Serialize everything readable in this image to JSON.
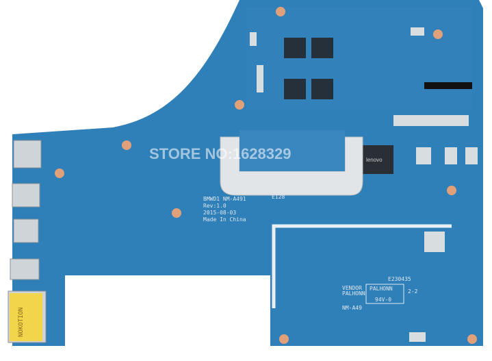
{
  "watermark": "STORE NO:1628329",
  "silkscreen": {
    "model": "BMWD1  NM-A491",
    "revision": "Rev:1.0",
    "date": "2015-08-03",
    "origin": "Made In China",
    "chip_brand": "lenovo",
    "board_code": "E128",
    "label_code": "E230435",
    "vendor": "VENDOR",
    "vendor_name": "PALHONN",
    "rating": "94V-0",
    "rev_mark": "2-2",
    "short_model": "NM-A49",
    "sticker": "NOKOTION"
  },
  "colors": {
    "pcb": "#2f7fb8",
    "pcb_dark": "#1f5f8f",
    "bracket": "#dfe3e6",
    "pad": "#e0a07a",
    "sticker": "#f2d54a"
  }
}
